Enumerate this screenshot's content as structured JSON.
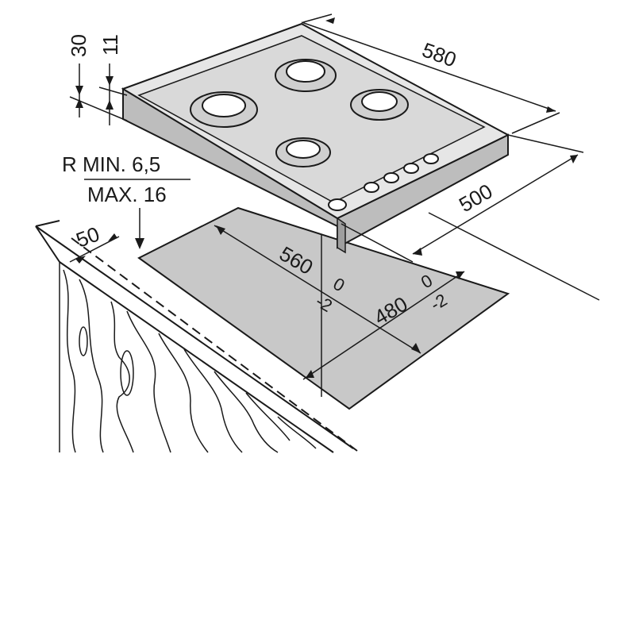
{
  "dimensions": {
    "hob_width": "580",
    "hob_depth": "500",
    "hob_thickness": "30",
    "hob_rim": "11",
    "radius": {
      "min": "R MIN. 6,5",
      "max": "MAX. 16"
    },
    "edge_distance": "50",
    "cutout_width": "560",
    "cutout_width_tol_upper": "0",
    "cutout_width_tol_lower": "-2",
    "cutout_depth": "480",
    "cutout_depth_tol_upper": "0",
    "cutout_depth_tol_lower": "-2"
  },
  "colors": {
    "line": "#1a1a1a",
    "hob_surface": "#d9d9d9",
    "hob_edge": "#bdbdbd",
    "cutout": "#c8c8c8",
    "worktop": "#ffffff"
  }
}
